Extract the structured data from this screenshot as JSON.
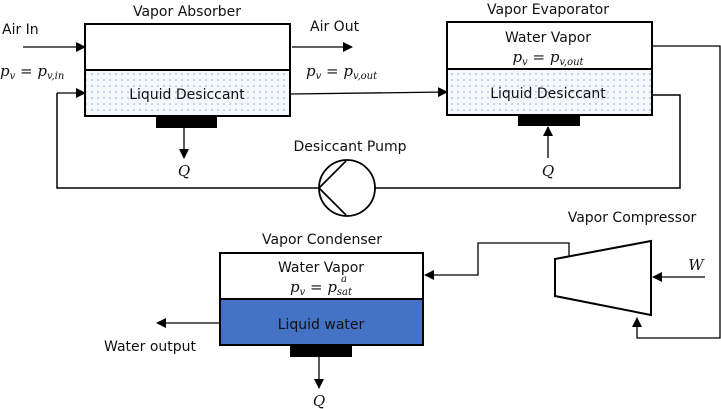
{
  "colors": {
    "line": "#000000",
    "desiccant_dots": "#8fa7d6",
    "liquid_water": "#4472c4",
    "heat_plate": "#000000"
  },
  "absorber": {
    "title": "Vapor Absorber",
    "liquid_label": "Liquid Desiccant",
    "heat_label": "Q",
    "air_in_label": "Air In",
    "air_out_label": "Air Out",
    "pv_in": {
      "lhs": "p",
      "lhs_sub": "v",
      "rhs": "p",
      "rhs_sub": "v,in"
    },
    "pv_out": {
      "lhs": "p",
      "lhs_sub": "v",
      "rhs": "p",
      "rhs_sub": "v,out"
    }
  },
  "evaporator": {
    "title": "Vapor Evaporator",
    "vapor_label": "Water Vapor",
    "pv": {
      "lhs": "p",
      "lhs_sub": "v",
      "rhs": "p",
      "rhs_sub": "v,out"
    },
    "liquid_label": "Liquid Desiccant",
    "heat_label": "Q"
  },
  "pump": {
    "title": "Desiccant Pump"
  },
  "compressor": {
    "title": "Vapor Compressor",
    "work_label": "W"
  },
  "condenser": {
    "title": "Vapor Condenser",
    "vapor_label": "Water Vapor",
    "pv": {
      "lhs": "p",
      "lhs_sub": "v",
      "rhs": "p",
      "rhs_sub": "sat",
      "rhs_sup": "a"
    },
    "liquid_label": "Liquid water",
    "heat_label": "Q",
    "output_label": "Water output"
  }
}
